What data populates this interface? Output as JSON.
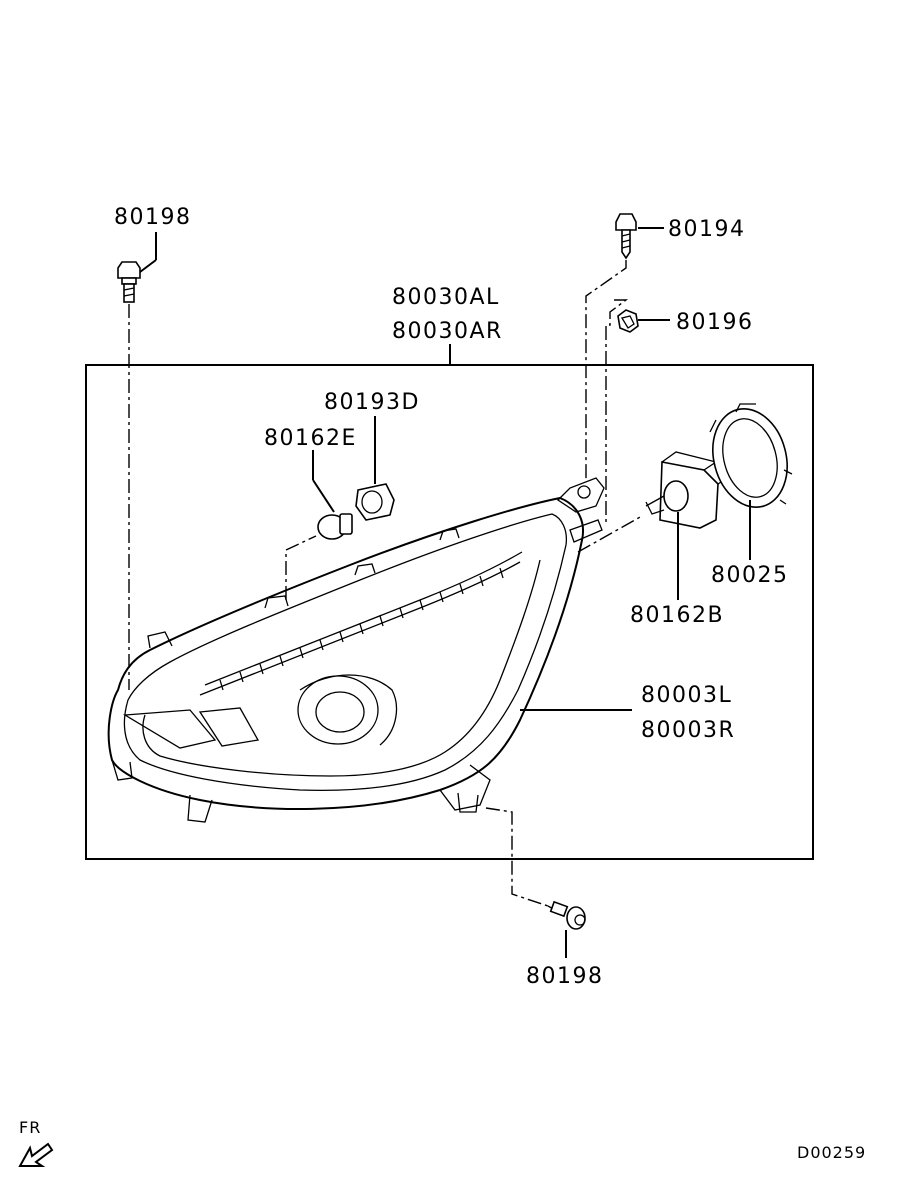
{
  "labels": {
    "bolt_top_left": "80198",
    "screw_top": "80194",
    "nut": "80196",
    "assembly_left": "80030AL",
    "assembly_right": "80030AR",
    "socket": "80193D",
    "bulb_small": "80162E",
    "ring": "80025",
    "bulb_hid": "80162B",
    "housing_left": "80003L",
    "housing_right": "80003R",
    "bolt_bottom": "80198",
    "direction": "FR",
    "diagram_code": "D00259"
  }
}
